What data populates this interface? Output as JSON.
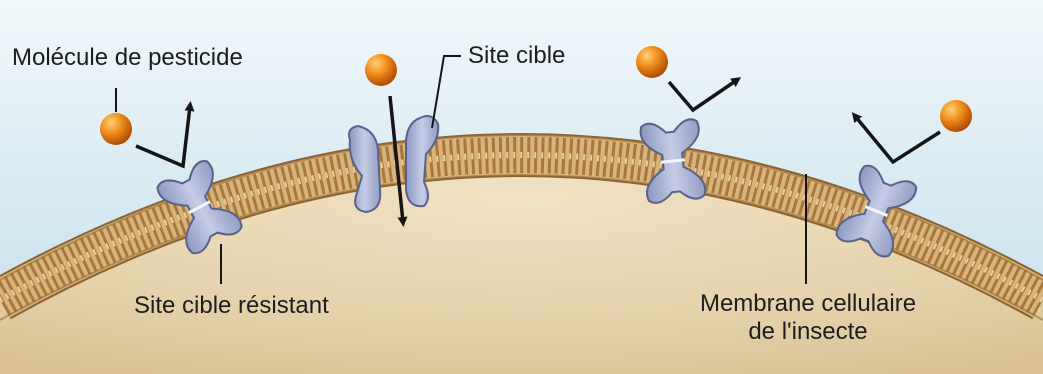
{
  "labels": {
    "pesticide_molecule": "Molécule de pesticide",
    "target_site": "Site cible",
    "resistant_target_site": "Site cible résistant",
    "membrane_line1": "Membrane cellulaire",
    "membrane_line2": "de l'insecte"
  },
  "colors": {
    "sky": "#d4e8f1",
    "cell_interior": "#e8d6b3",
    "membrane": "#c39a5f",
    "membrane_dark": "#8b6232",
    "receptor": "#a9b1d3",
    "pesticide": "#ec7a12",
    "arrow": "#151515",
    "label_text": "#1d1d1d"
  },
  "icons": [
    "pesticide-molecule-icon",
    "receptor-icon",
    "arrow-icon"
  ]
}
